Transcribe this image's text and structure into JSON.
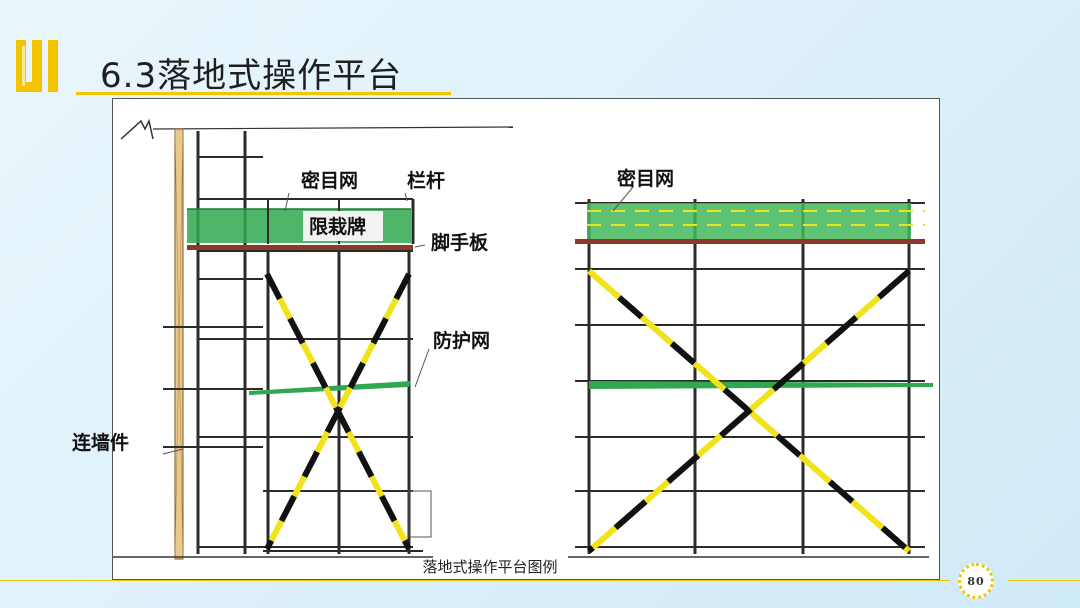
{
  "slide": {
    "title": "6.3落地式操作平台",
    "caption": "落地式操作平台图例",
    "page_number": "80"
  },
  "labels": {
    "mesh_left": "密目网",
    "railing": "栏杆",
    "limit_sign": "限栽牌",
    "scaffold_board": "脚手板",
    "protective_net": "防护网",
    "wall_tie": "连墙件",
    "mesh_right": "密目网"
  },
  "colors": {
    "accent": "#f4c400",
    "net_green": "#2fa84f",
    "steel": "#2b2b2b",
    "brace_yellow": "#f2e21a",
    "brace_black": "#111111",
    "board": "#8a3a2a"
  },
  "icons": [
    "slide-logo-icon",
    "page-badge-icon"
  ]
}
